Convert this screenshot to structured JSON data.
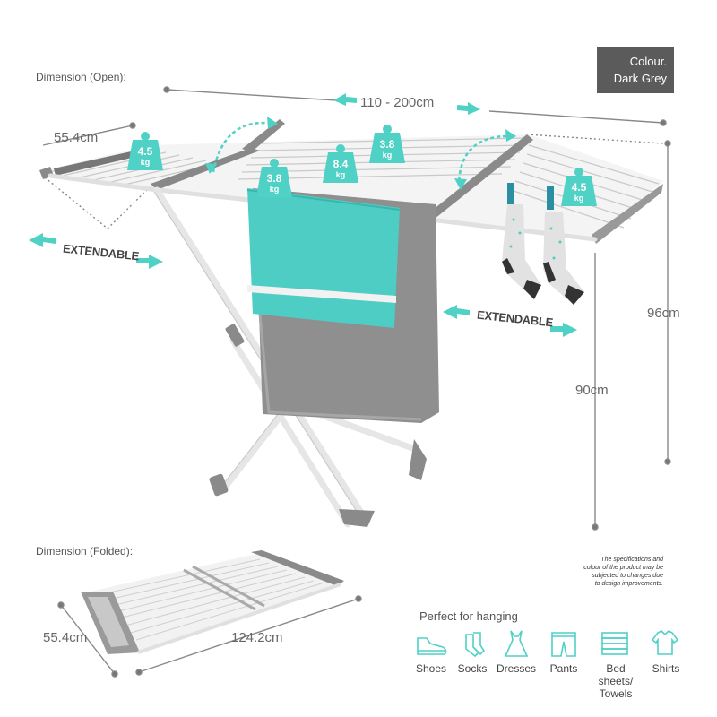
{
  "labels": {
    "dimension_open": "Dimension (Open):",
    "dimension_folded": "Dimension (Folded):",
    "colour_line1": "Colour.",
    "colour_line2": "Dark Grey"
  },
  "open": {
    "width": "110 - 200cm",
    "depth": "55.4cm",
    "height_total": "96cm",
    "height_rail": "90cm",
    "extendable_left": "EXTENDABLE",
    "extendable_right": "EXTENDABLE"
  },
  "weights": {
    "left_wing": {
      "value": "4.5",
      "unit": "kg"
    },
    "left_center": {
      "value": "3.8",
      "unit": "kg"
    },
    "center": {
      "value": "8.4",
      "unit": "kg"
    },
    "top_center": {
      "value": "3.8",
      "unit": "kg"
    },
    "right_wing": {
      "value": "4.5",
      "unit": "kg"
    }
  },
  "folded": {
    "depth": "55.4cm",
    "width": "124.2cm"
  },
  "note": {
    "line1": "The specifications and",
    "line2": "colour of the product may be",
    "line3": "subjected to changes due",
    "line4": "to design improvements."
  },
  "hanging": {
    "title": "Perfect for hanging",
    "items": [
      {
        "label": "Shoes",
        "icon": "shoe-icon"
      },
      {
        "label": "Socks",
        "icon": "socks-icon"
      },
      {
        "label": "Dresses",
        "icon": "dress-icon"
      },
      {
        "label": "Pants",
        "icon": "pants-icon"
      },
      {
        "label": "Bed sheets/",
        "label2": "Towels",
        "icon": "towels-icon"
      },
      {
        "label": "Shirts",
        "icon": "shirt-icon"
      }
    ]
  },
  "colors": {
    "accent": "#4fd1c5",
    "frame_grey": "#8a8a8a",
    "badge": "#5b5b5b",
    "towel_teal": "#4ecdc4",
    "towel_grey": "#8f8f8f"
  }
}
